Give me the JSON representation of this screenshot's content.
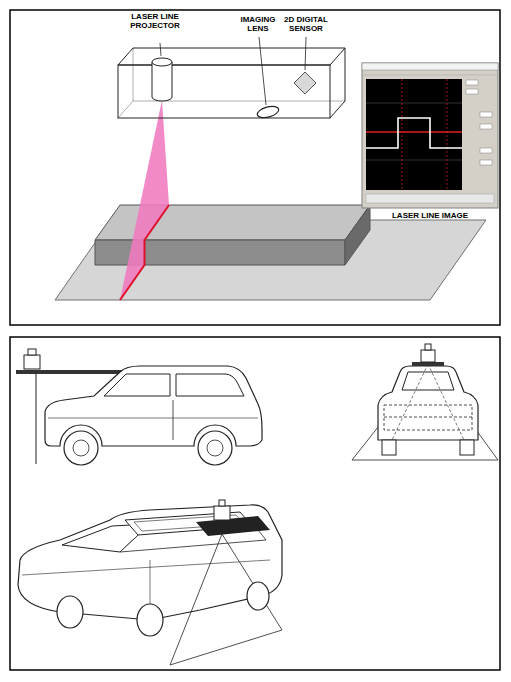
{
  "diagram": {
    "labels": [
      "LASER LINE PROJECTOR",
      "IMAGING LENS",
      "2D DIGITAL SENSOR",
      "LASER LINE IMAGE"
    ]
  }
}
